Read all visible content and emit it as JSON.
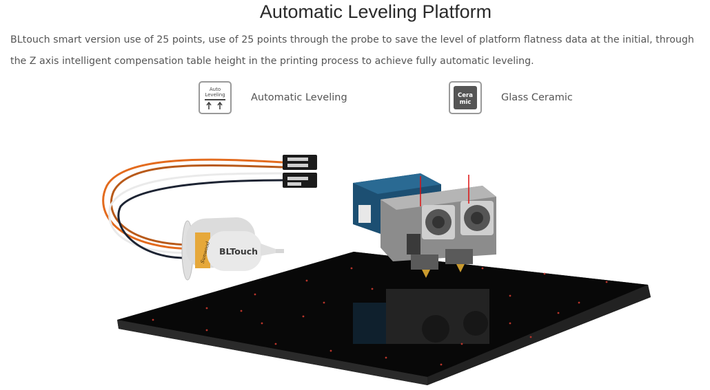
{
  "heading": "Automatic Leveling Platform",
  "description": "BLtouch smart version use of 25 points, use of 25 points through the probe to save the level of platform flatness data at the initial, through the Z axis intelligent compensation table height in the printing process to achieve fully automatic leveling.",
  "features": [
    {
      "label": "Automatic Leveling",
      "icon": "auto-leveling-icon",
      "icon_text_1": "Auto",
      "icon_text_2": "Leveling"
    },
    {
      "label": "Glass Ceramic",
      "icon": "ceramic-icon",
      "icon_text_1": "Cera",
      "icon_text_2": "mic"
    }
  ],
  "probe": {
    "brand_text": "BLTouch",
    "side_text": "Sunwood"
  },
  "colors": {
    "bed": "#0b0b0b",
    "bed_dots": "#c0392b",
    "probe_gold": "#e6a83a",
    "extruder_blue": "#1c4f72"
  }
}
